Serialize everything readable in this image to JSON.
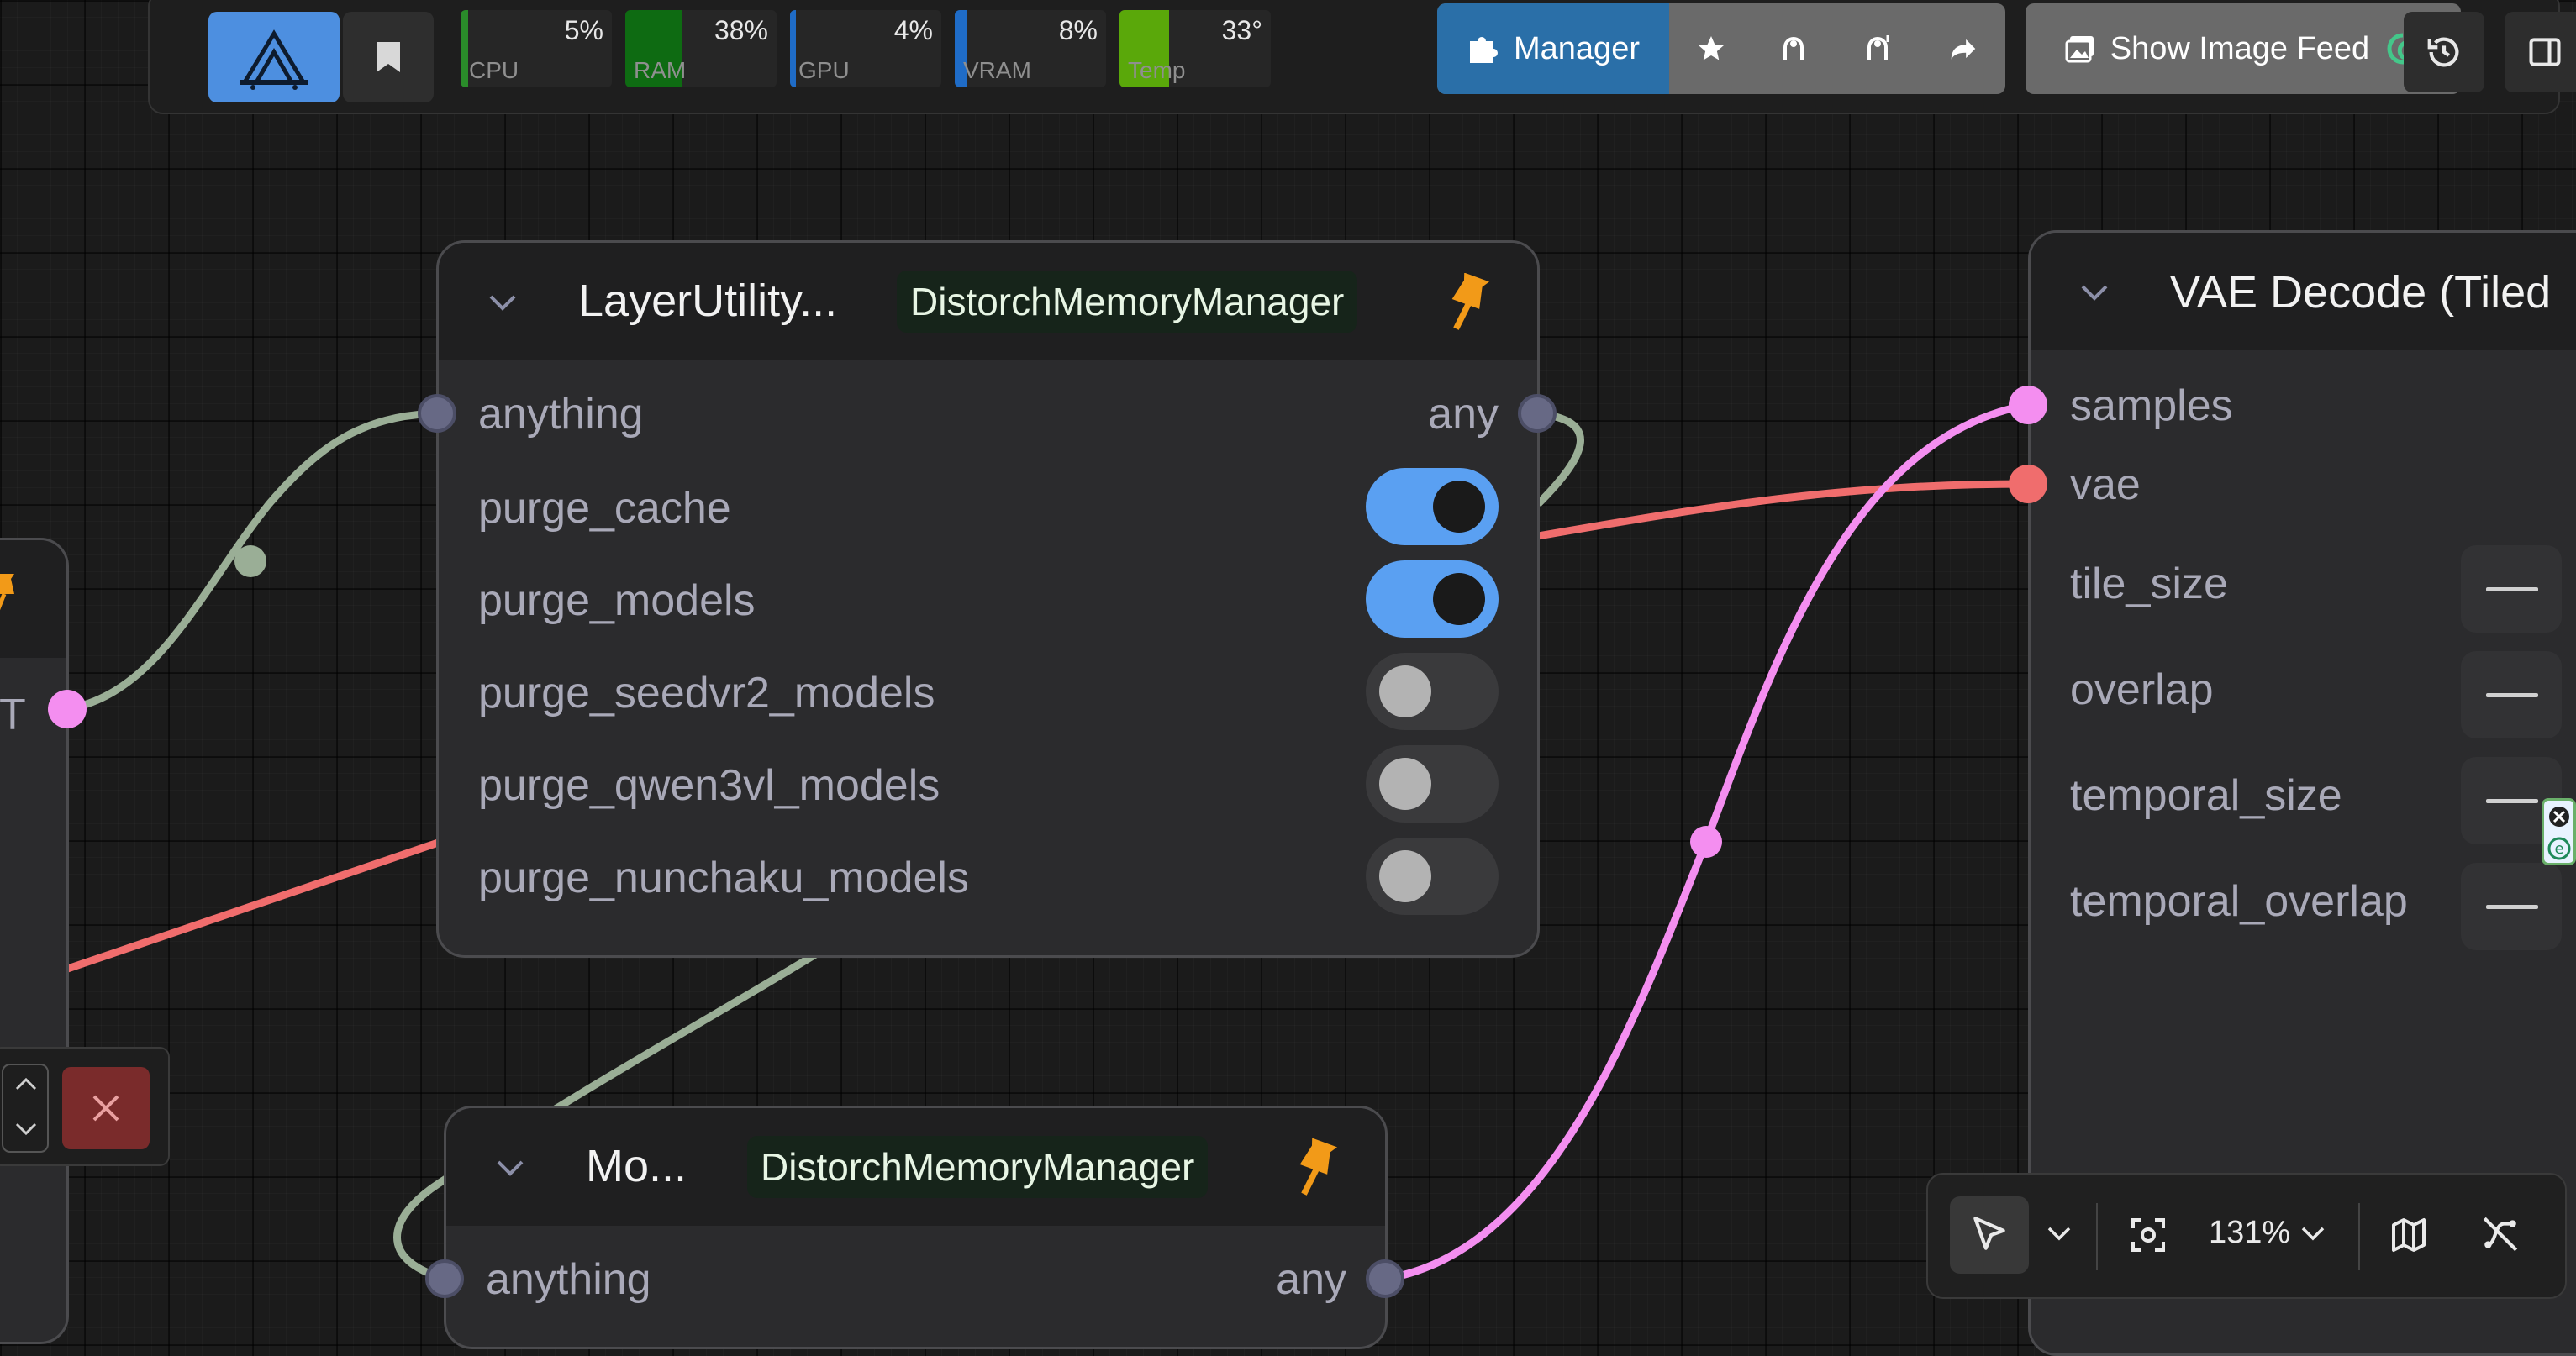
{
  "topbar": {
    "stats": [
      {
        "label": "CPU",
        "value": "5%",
        "percent": 5,
        "color": "#2a8c2a"
      },
      {
        "label": "RAM",
        "value": "38%",
        "percent": 38,
        "color": "#0e6b12"
      },
      {
        "label": "GPU",
        "value": "4%",
        "percent": 4,
        "color": "#1f6cc7"
      },
      {
        "label": "VRAM",
        "value": "8%",
        "percent": 8,
        "color": "#1f6cc7"
      },
      {
        "label": "Temp",
        "value": "33°",
        "percent": 33,
        "color": "#5aa80a"
      }
    ],
    "manager_label": "Manager",
    "image_feed_label": "Show Image Feed"
  },
  "nodes": {
    "layer_utility": {
      "title": "LayerUtility...",
      "badge": "DistorchMemoryManager",
      "input_label": "anything",
      "output_label": "any",
      "toggles": [
        {
          "label": "purge_cache",
          "on": true
        },
        {
          "label": "purge_models",
          "on": true
        },
        {
          "label": "purge_seedvr2_models",
          "on": false
        },
        {
          "label": "purge_qwen3vl_models",
          "on": false
        },
        {
          "label": "purge_nunchaku_models",
          "on": false
        }
      ]
    },
    "mo": {
      "title": "Mo...",
      "badge": "DistorchMemoryManager",
      "input_label": "anything",
      "output_label": "any"
    },
    "vae_decode": {
      "title": "VAE Decode (Tiled",
      "inputs": [
        "samples",
        "vae"
      ],
      "widgets": [
        "tile_size",
        "overlap",
        "temporal_size",
        "temporal_overlap"
      ]
    },
    "left_node": {
      "output_letter": "T"
    }
  },
  "bottom_toolbar": {
    "zoom": "131%"
  },
  "colors": {
    "accent": "#5aa0f2",
    "wire_green": "#9aae96",
    "wire_red": "#f06d6d",
    "wire_pink": "#f48ef0",
    "pin": "#f29a18",
    "manager": "#2a6fa8"
  }
}
